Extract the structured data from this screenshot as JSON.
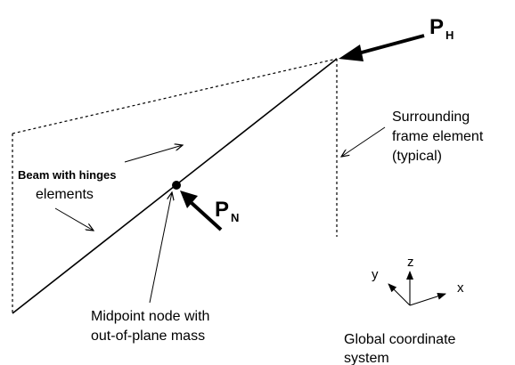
{
  "loads": {
    "horizontal": {
      "symbol": "P",
      "subscript": "H"
    },
    "normal": {
      "symbol": "P",
      "subscript": "N"
    }
  },
  "labels": {
    "beam_line1": "Beam with hinges",
    "beam_line2": "elements",
    "frame_line1": "Surrounding",
    "frame_line2": "frame element",
    "frame_line3": "(typical)",
    "midpoint_line1": "Midpoint node with",
    "midpoint_line2": "out-of-plane mass",
    "global_line1": "Global coordinate",
    "global_line2": "system"
  },
  "axes": {
    "x": "x",
    "y": "y",
    "z": "z"
  },
  "colors": {
    "ink": "#000000",
    "background": "#ffffff"
  }
}
